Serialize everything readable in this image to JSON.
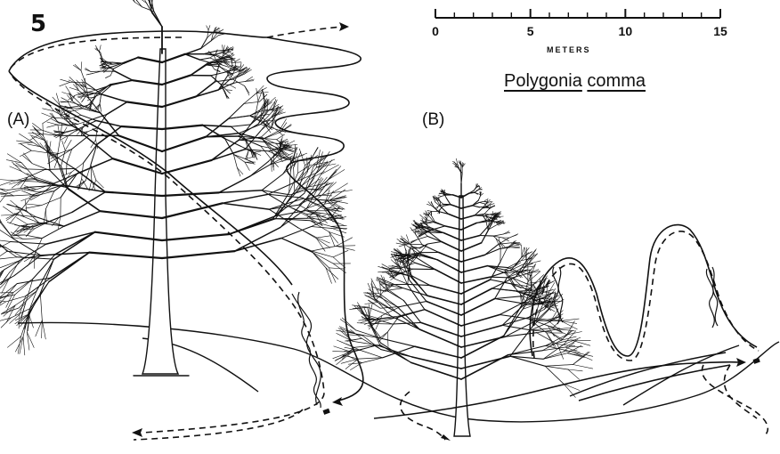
{
  "figure_number": "5",
  "panel_a_label": "(A)",
  "panel_b_label": "(B)",
  "species_name": {
    "genus": "Polygonia",
    "epithet": "comma"
  },
  "scale_bar": {
    "unit": "METERS",
    "tick_labels": [
      "0",
      "5",
      "10",
      "15"
    ],
    "max_value": 15,
    "minor_divisions": 15
  },
  "colors": {
    "ink": "#111111",
    "paper": "#ffffff"
  }
}
